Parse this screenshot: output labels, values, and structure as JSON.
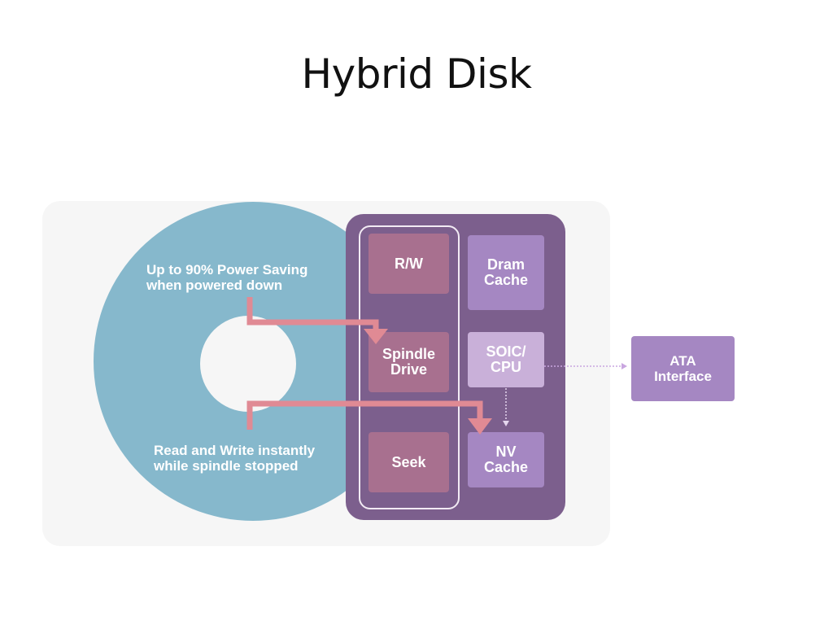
{
  "title": "Hybrid Disk",
  "disk_labels": {
    "power_saving": "Up to 90% Power Saving\nwhen powered down",
    "read_write": "Read and Write instantly\nwhile spindle stopped"
  },
  "blocks": {
    "rw": "R/W",
    "dram_cache": "Dram\nCache",
    "spindle_drive": "Spindle\nDrive",
    "soic_cpu": "SOIC/\nCPU",
    "seek": "Seek",
    "nv_cache": "NV\nCache",
    "ata_interface": "ATA\nInterface"
  },
  "colors": {
    "disk": "#86b8cc",
    "panel": "#7c5f8d",
    "block_dark": "#a8708f",
    "block_light": "#a587c2",
    "soic": "#c9b0d9",
    "arrow": "#e08a94"
  }
}
